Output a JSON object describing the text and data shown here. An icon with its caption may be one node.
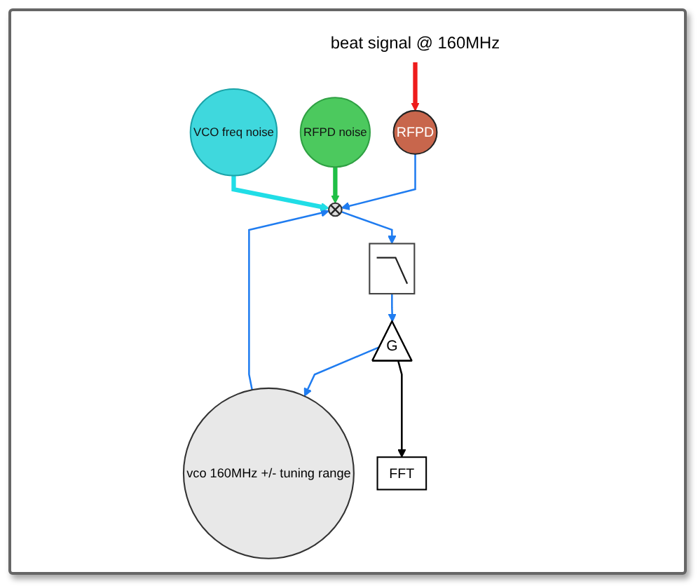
{
  "diagram": {
    "nodes": [
      {
        "text": [
          "RFPD"
        ]
      },
      {
        "text": [
          "beat signal @ 160MHz"
        ]
      },
      {
        "text": [],
        "shape": "circle"
      },
      {
        "text": [
          "vco 160MHz +/- tuning range"
        ]
      },
      {
        "text": [
          "RFPD noise"
        ]
      },
      {
        "text": [],
        "shape": "box"
      },
      {
        "text": [
          "VCO freq noise"
        ]
      },
      {
        "text": [
          "G"
        ]
      },
      {
        "text": [
          "FFT"
        ]
      }
    ],
    "edges": [
      {
        "from": 1,
        "to": 0,
        "arrow": "to",
        "style": "thick",
        "color": "#ee1c1c"
      },
      {
        "from": 0,
        "to": 2,
        "arrow": "to"
      },
      {
        "from": 4,
        "to": 2,
        "arrow": "to",
        "style": "thick",
        "color": "#1fbf45"
      },
      {
        "from": 3,
        "to": 2,
        "arrow": "to"
      },
      {
        "from": 6,
        "to": 2,
        "arrow": "to",
        "style": "thick",
        "color": "#20dde6"
      },
      {
        "from": 2,
        "to": 5,
        "arrow": "to"
      },
      {
        "from": 5,
        "to": 7,
        "arrow": "to"
      },
      {
        "from": 7,
        "to": 3,
        "arrow": "to"
      },
      {
        "from": 7,
        "to": 8,
        "arrow": "to",
        "color": "#000000"
      }
    ]
  }
}
